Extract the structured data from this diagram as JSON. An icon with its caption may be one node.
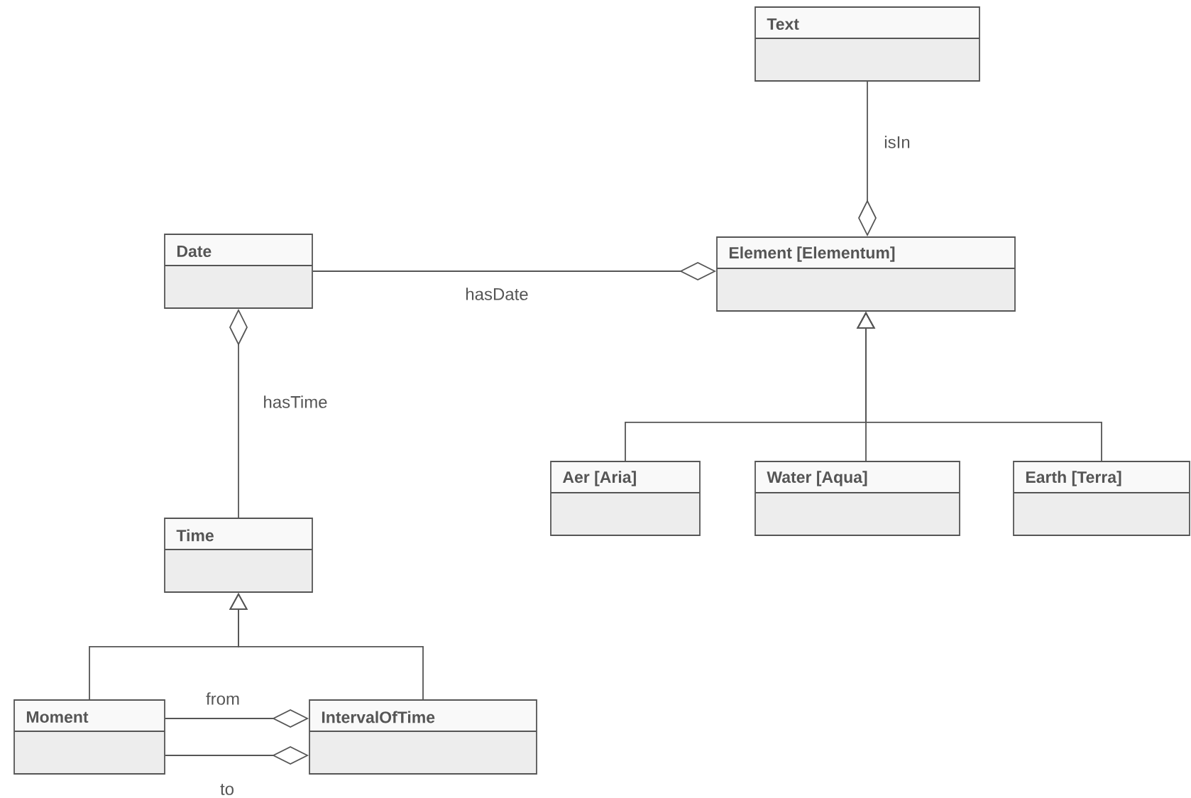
{
  "diagram": {
    "nodes": [
      {
        "text": [
          "Text"
        ]
      },
      {
        "text": [
          "Date"
        ]
      },
      {
        "text": [
          "Element [Elementum]"
        ]
      },
      {
        "text": [
          "Time"
        ]
      },
      {
        "text": [
          "Aer [Aria]"
        ]
      },
      {
        "text": [
          "Water [Aqua]"
        ]
      },
      {
        "text": [
          "Earth [Terra]"
        ]
      },
      {
        "text": [
          "Moment"
        ]
      },
      {
        "text": [
          "IntervalOfTime"
        ]
      }
    ],
    "edges": [
      {
        "from": 0,
        "to": 2,
        "arrow": "other",
        "label": "isIn"
      },
      {
        "from": 1,
        "to": 2,
        "arrow": "other",
        "label": "hasDate"
      },
      {
        "from": 3,
        "to": 1,
        "arrow": "other",
        "label": "hasTime"
      },
      {
        "from": 4,
        "to": 2,
        "arrow": "to"
      },
      {
        "from": 5,
        "to": 2,
        "arrow": "to"
      },
      {
        "from": 6,
        "to": 2,
        "arrow": "to"
      },
      {
        "from": 7,
        "to": 3,
        "arrow": "to"
      },
      {
        "from": 8,
        "to": 3,
        "arrow": "to"
      },
      {
        "from": 7,
        "to": 8,
        "arrow": "other",
        "label": "from"
      },
      {
        "from": 7,
        "to": 8,
        "arrow": "other",
        "label": "to"
      }
    ]
  }
}
